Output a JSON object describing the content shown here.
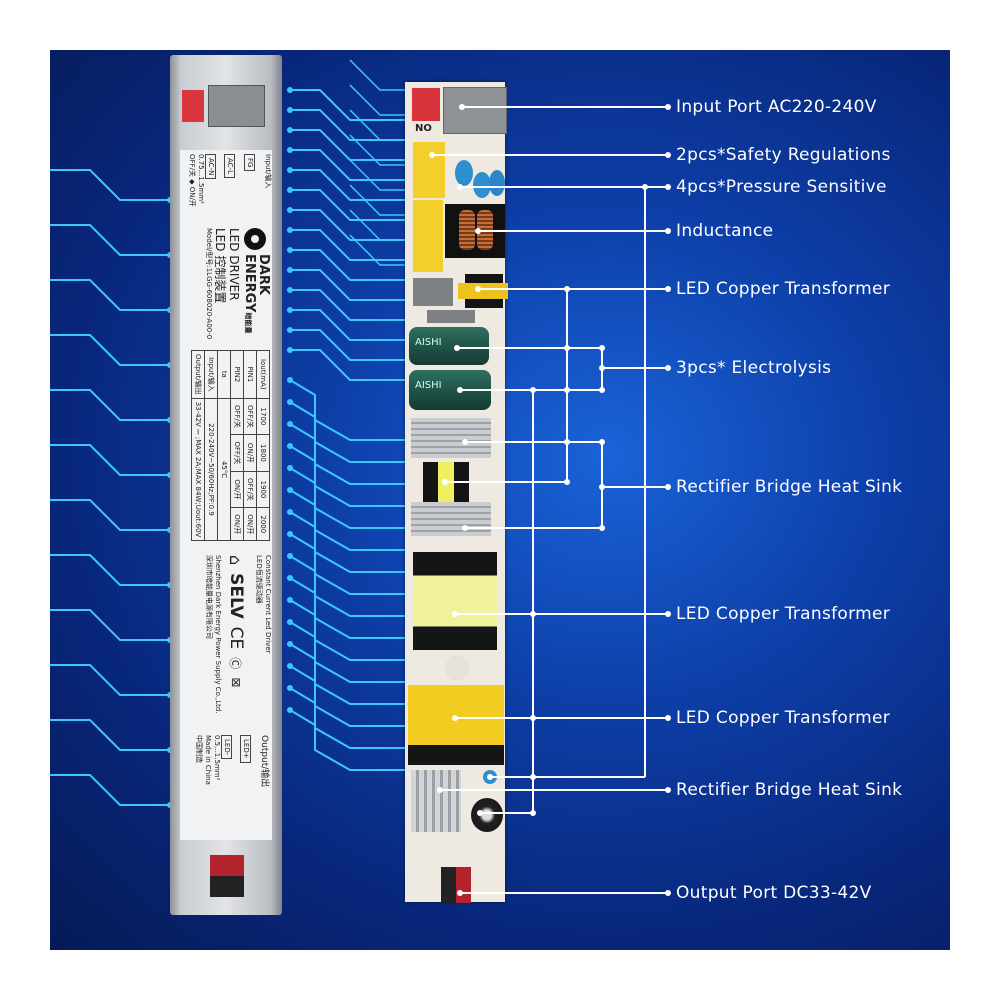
{
  "callouts": [
    {
      "id": "input-port",
      "label": "Input Port AC220-240V"
    },
    {
      "id": "safety-regulations",
      "label": "2pcs*Safety Regulations"
    },
    {
      "id": "pressure-sensitive",
      "label": "4pcs*Pressure Sensitive"
    },
    {
      "id": "inductance",
      "label": "Inductance"
    },
    {
      "id": "led-copper-transformer-1",
      "label": "LED Copper Transformer"
    },
    {
      "id": "electrolysis",
      "label": "3pcs* Electrolysis"
    },
    {
      "id": "rectifier-heat-sink-1",
      "label": "Rectifier Bridge Heat Sink"
    },
    {
      "id": "led-copper-transformer-2",
      "label": "LED Copper Transformer"
    },
    {
      "id": "led-copper-transformer-3",
      "label": "LED Copper Transformer"
    },
    {
      "id": "rectifier-heat-sink-2",
      "label": "Rectifier Bridge Heat Sink"
    },
    {
      "id": "output-port",
      "label": "Output Port DC33-42V"
    }
  ],
  "driver_label": {
    "input_title": "Input/输入",
    "terminals": [
      "FG",
      "AC-L",
      "AC-N"
    ],
    "wire_size_in": "0.75...1.5mm²",
    "switch_legend": "OFF/关 ◆ ON/开",
    "brand_line1": "DARK",
    "brand_line2": "ENERGY",
    "brand_cn": "暗能量",
    "product": "LED DRIVER",
    "product_cn": "LED 控制装置",
    "model": "Model/型号:1LGG-608020-A00-0",
    "table": {
      "header": [
        "Iout(mA)",
        "1700",
        "1800",
        "1900",
        "2000"
      ],
      "pin1": [
        "PIN1",
        "OFF/关",
        "ON/开",
        "OFF/关",
        "ON/开"
      ],
      "pin2": [
        "PIN2",
        "OFF/关",
        "OFF/关",
        "ON/开",
        "ON/开"
      ],
      "ta": [
        "ta",
        "45°C"
      ],
      "input": [
        "Input/输入",
        "220-240V~50/60Hz;PF:0.9"
      ],
      "output": [
        "Output/输出",
        "33-42V ⎓ ;MAX 2A;MAX 84W;Uout:60V"
      ]
    },
    "constant_current": "Constant Current Led Driver",
    "constant_current_cn": "LED恒流驱动器",
    "selv": "SELV",
    "ce": "CE",
    "company": "Shenzhen Dark Energy Power Supply Co.,Ltd.",
    "company_cn": "深圳市暗能量电源有限公司",
    "output_title": "Output/输出",
    "out_terminals": [
      "LED+",
      "LED-"
    ],
    "wire_size_out": "0.5...1.5mm²",
    "made_in": "Made in China",
    "made_in_cn": "中国制造"
  },
  "pcb": {
    "switch_label": "NO",
    "cap_brand": "AISHI"
  },
  "colors": {
    "wire": "#ffffff",
    "trace": "#3cc8ff",
    "pcb": "#eeeae2",
    "yellow": "#f2cf2a"
  }
}
